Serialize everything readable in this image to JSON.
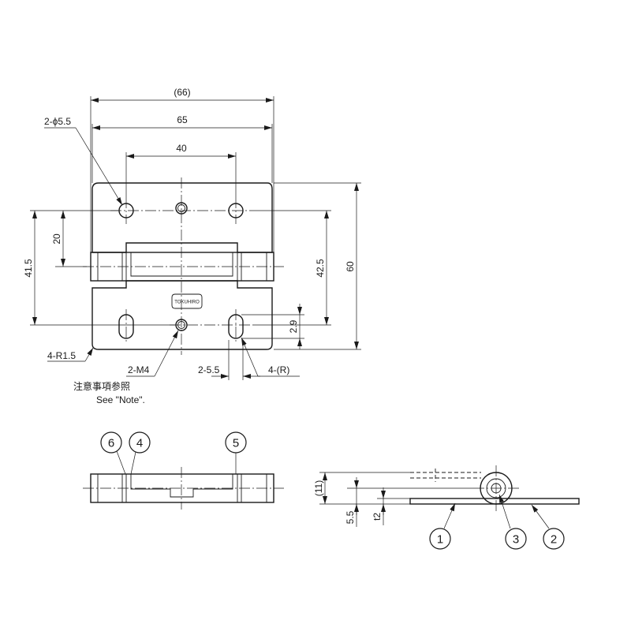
{
  "dimensions": {
    "overall_width": "(66)",
    "body_width": "65",
    "hole_pitch": "40",
    "hole_callout": "2-ϕ5.5",
    "upper_hole_offset": "20",
    "lower_hole_offset": "41.5",
    "hole_span": "42.5",
    "overall_height": "60",
    "slot_length": "2.9",
    "slot_width": "2-5.5",
    "corner_radius": "4-R1.5",
    "slot_radius": "4-(R)",
    "tapped_holes": "2-M4",
    "side_height": "(11)",
    "leaf_height": "5.5",
    "thickness": "t2"
  },
  "notes": {
    "note_jp": "注意事項参照",
    "note_en": "See \"Note\"."
  },
  "logo_text": "TOKUHIRO",
  "balloons": {
    "front": [
      "6",
      "4",
      "5"
    ],
    "side": [
      "1",
      "3",
      "2"
    ]
  }
}
